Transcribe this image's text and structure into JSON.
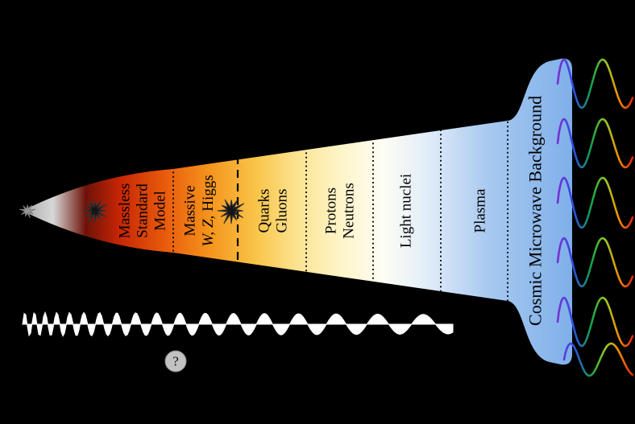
{
  "diagram": {
    "background_color": "#000000",
    "epochs": [
      {
        "lines": [
          "Massless",
          "Standard",
          "Model"
        ]
      },
      {
        "line1": "Massive",
        "line2_italic": "W, Z,",
        "line2_roman": "Higgs"
      },
      {
        "lines": [
          "Quarks",
          "Gluons"
        ]
      },
      {
        "lines": [
          "Protons",
          "Neutrons"
        ]
      },
      {
        "label": "Light nuclei"
      },
      {
        "label": "Plasma"
      },
      {
        "label": "Cosmic Microwave Background"
      }
    ],
    "question_mark": "?",
    "funnel_gradient": [
      "#a8a8a8",
      "#d8d8d8",
      "#6e1208",
      "#c62505",
      "#e85c0c",
      "#f5941c",
      "#f9c549",
      "#fce392",
      "#fdf4c6",
      "#fefdf4",
      "#e2edf9",
      "#a7c8f0",
      "#7fb0ea"
    ],
    "photon_gradient": [
      "#7b2fd0",
      "#2b50e0",
      "#13a04a",
      "#9ec922",
      "#f08c00",
      "#e02800"
    ],
    "wave_color": "#ffffff",
    "question_badge_color": "#c2c2c2"
  }
}
